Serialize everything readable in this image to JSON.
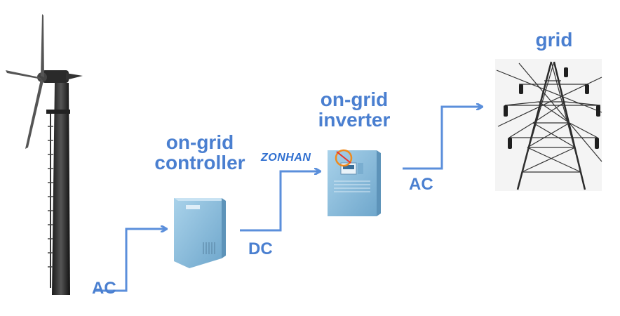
{
  "diagram": {
    "controller_label": [
      "on-grid",
      "controller"
    ],
    "inverter_label": [
      "on-grid",
      "inverter"
    ],
    "grid_label": "grid",
    "edge_labels": {
      "turbine_to_controller": "AC",
      "controller_to_inverter": "DC",
      "inverter_to_grid": "AC"
    },
    "inverter_brand": "ZONHAN"
  },
  "colors": {
    "arrow": "#5b8fdb",
    "label": "#4a7fd0",
    "brand": "#2f6fd0",
    "device_body": "#8fbfdd"
  }
}
